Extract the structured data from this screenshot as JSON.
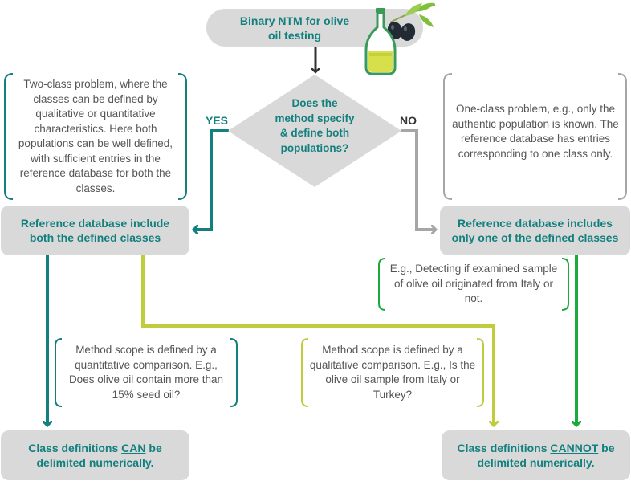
{
  "title": "Binary NTM for olive oil testing",
  "decision": "Does the method specify & define both populations?",
  "yes_label": "YES",
  "no_label": "NO",
  "left_note": "Two-class problem, where the classes can be defined by qualitative or quantitative characteristics. Here both populations can be well defined, with sufficient entries in the reference database for both the classes.",
  "right_note": "One-class problem, e.g., only the authentic population is known. The reference database has entries corresponding to one class only.",
  "left_box": "Reference database include both the defined classes",
  "right_box": "Reference database includes only one of the defined classes",
  "example_note": "E.g., Detecting if examined sample of olive oil originated from Italy or not.",
  "quant_note": "Method scope is defined by a quantitative comparison. E.g., Does olive oil contain more than 15% seed oil?",
  "qual_note": "Method scope is defined by a qualitative comparison. E.g., Is the olive oil sample from Italy or Turkey?",
  "can_box": {
    "pre": "Class definitions ",
    "emph": "CAN",
    "post": " be delimited numerically."
  },
  "cannot_box": {
    "pre": "Class definitions ",
    "emph": "CANNOT",
    "post": " be delimited numerically."
  },
  "colors": {
    "teal": "#12807f",
    "gray": "#a6a6a6",
    "olive": "#bfcc3c",
    "green": "#1aab3c",
    "box": "#d9d9d9",
    "dark": "#333333"
  }
}
